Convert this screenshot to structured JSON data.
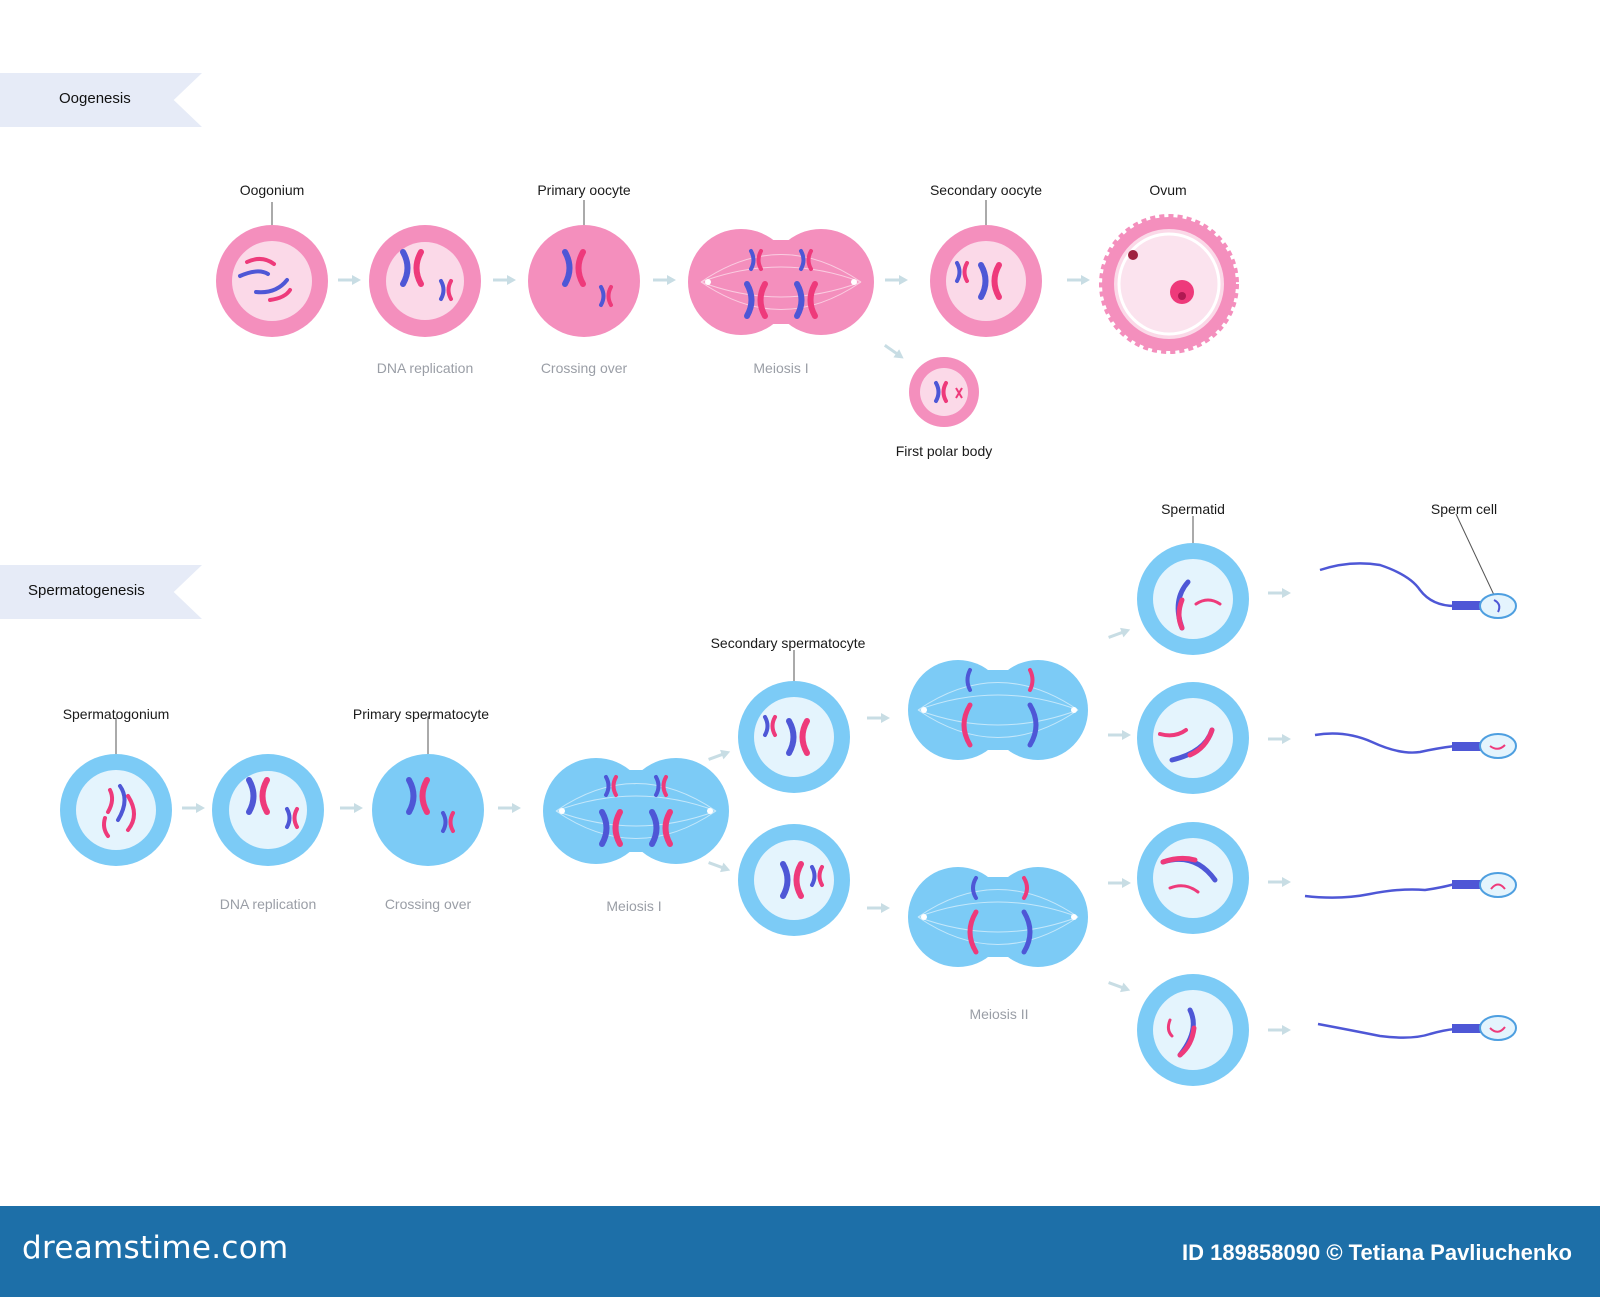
{
  "sections": {
    "oogenesis": "Oogenesis",
    "spermatogenesis": "Spermatogenesis"
  },
  "oogenesis_labels": {
    "oogonium": "Oogonium",
    "dna_replication": "DNA replication",
    "primary_oocyte": "Primary oocyte",
    "crossing_over": "Crossing over",
    "meiosis_1": "Meiosis I",
    "secondary_oocyte": "Secondary oocyte",
    "ovum": "Ovum",
    "first_polar_body": "First polar body"
  },
  "spermatogenesis_labels": {
    "spermatogonium": "Spermatogonium",
    "dna_replication": "DNA replication",
    "primary_spermatocyte": "Primary spermatocyte",
    "crossing_over": "Crossing over",
    "meiosis_1": "Meiosis I",
    "secondary_spermatocyte": "Secondary spermatocyte",
    "meiosis_2": "Meiosis II",
    "spermatid": "Spermatid",
    "sperm_cell": "Sperm cell"
  },
  "footer": {
    "brand": "dreamstime.com",
    "credit": "ID 189858090 © Tetiana Pavliuchenko"
  },
  "colors": {
    "pink_cell": "#f48fbd",
    "pink_inner": "#fbd9e8",
    "blue_cell": "#7ccbf6",
    "blue_inner": "#e4f4fd",
    "chromosome_blue": "#4e57d6",
    "chromosome_pink": "#ee3a7b",
    "arrow": "#c8dde4",
    "banner": "#e6ebf7",
    "footer": "#1d6fa8"
  }
}
